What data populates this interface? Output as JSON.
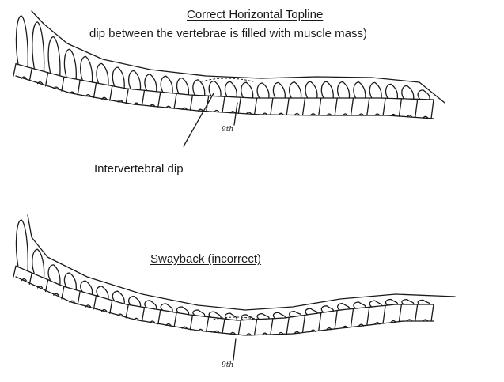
{
  "diagrams": [
    {
      "heading": "Correct Horizontal Topline",
      "subheading": "dip between the vertebrae is filled with muscle mass)",
      "callout": "Intervertebral dip",
      "vertebra_marker": "9th"
    },
    {
      "heading": "Swayback (incorrect)",
      "vertebra_marker": "9th"
    }
  ],
  "colors": {
    "ink": "#1a1a1a",
    "background": "#ffffff"
  },
  "spine_sketch": {
    "top_spines_count": 26,
    "bottom_spines_count": 26,
    "style": "hand-drawn pencil"
  }
}
